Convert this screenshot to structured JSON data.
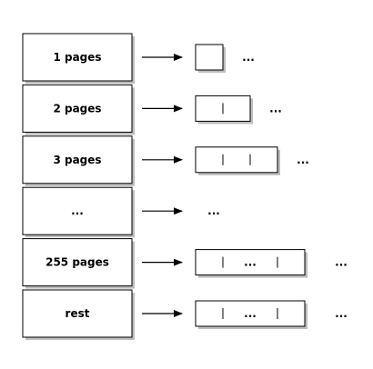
{
  "diagram": {
    "rows": [
      {
        "label": "1 pages",
        "cells": 1,
        "inner_dots": false,
        "trailing": "..."
      },
      {
        "label": "2 pages",
        "cells": 2,
        "inner_dots": false,
        "trailing": "..."
      },
      {
        "label": "3 pages",
        "cells": 3,
        "inner_dots": false,
        "trailing": "..."
      },
      {
        "label": "...",
        "cells": 0,
        "inner_dots": false,
        "trailing": "..."
      },
      {
        "label": "255 pages",
        "cells": 4,
        "inner_dots": true,
        "inner_dots_text": "...",
        "trailing": "..."
      },
      {
        "label": "rest",
        "cells": 4,
        "inner_dots": true,
        "inner_dots_text": "...",
        "trailing": "..."
      }
    ]
  },
  "colors": {
    "stroke": "#000000",
    "shadow": "#bdbdbd",
    "fill": "#ffffff"
  }
}
